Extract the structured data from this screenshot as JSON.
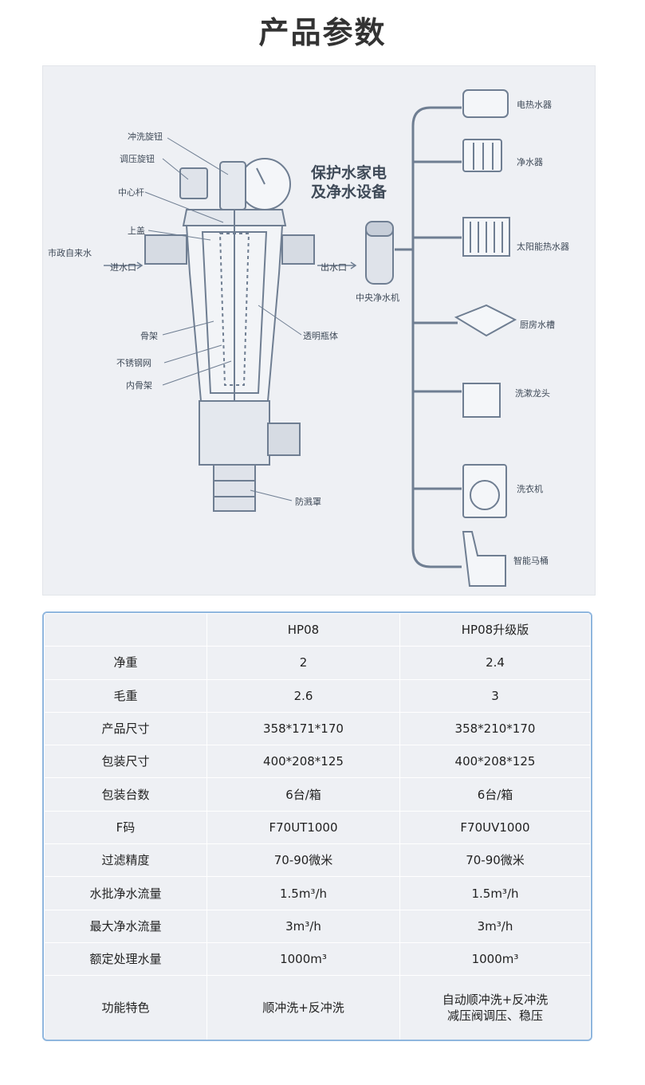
{
  "page": {
    "title": "产品参数"
  },
  "diagram": {
    "headline": [
      "保护水家电",
      "及净水设备"
    ],
    "part_labels": {
      "flush_knob": "冲洗旋钮",
      "pressure_knob": "调压旋钮",
      "center_rod": "中心杆",
      "top_cover": "上盖",
      "frame": "骨架",
      "steel_mesh": "不锈钢网",
      "inner_frame": "内骨架",
      "transparent_bottle": "透明瓶体",
      "splash_cover": "防溅罩"
    },
    "flow_labels": {
      "municipal_water": "市政自来水",
      "inlet": "进水口",
      "outlet": "出水口",
      "central_purifier": "中央净水机"
    },
    "appliances": [
      "电热水器",
      "净水器",
      "太阳能热水器",
      "厨房水槽",
      "洗漱龙头",
      "洗衣机",
      "智能马桶"
    ]
  },
  "specs": {
    "header": [
      "",
      "HP08",
      "HP08升级版"
    ],
    "rows": [
      {
        "label": "净重",
        "hp08": "2",
        "upgrade": "2.4"
      },
      {
        "label": "毛重",
        "hp08": "2.6",
        "upgrade": "3"
      },
      {
        "label": "产品尺寸",
        "hp08": "358*171*170",
        "upgrade": "358*210*170"
      },
      {
        "label": "包装尺寸",
        "hp08": "400*208*125",
        "upgrade": "400*208*125"
      },
      {
        "label": "包装台数",
        "hp08": "6台/箱",
        "upgrade": "6台/箱"
      },
      {
        "label": "F码",
        "hp08": "F70UT1000",
        "upgrade": "F70UV1000"
      },
      {
        "label": "过滤精度",
        "hp08": "70-90微米",
        "upgrade": "70-90微米"
      },
      {
        "label": "水批净水流量",
        "hp08": "1.5m³/h",
        "upgrade": "1.5m³/h"
      },
      {
        "label": "最大净水流量",
        "hp08": "3m³/h",
        "upgrade": "3m³/h"
      },
      {
        "label": "额定处理水量",
        "hp08": "1000m³",
        "upgrade": "1000m³"
      },
      {
        "label": "功能特色",
        "hp08": "顺冲洗+反冲洗",
        "upgrade": "自动顺冲洗+反冲洗",
        "upgrade_line2": "减压阀调压、稳压"
      }
    ]
  }
}
